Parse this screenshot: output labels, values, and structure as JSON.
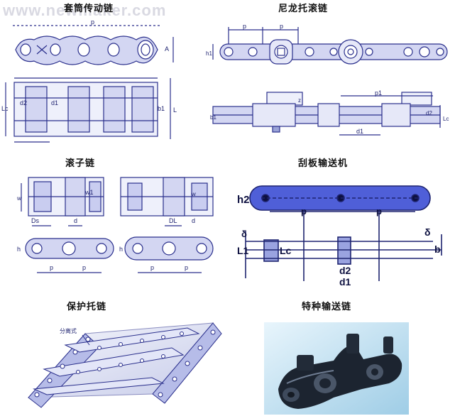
{
  "watermark": "www.newmaker.com",
  "captions": {
    "sleeve_chain": "套筒传动链",
    "nylon_roller_chain": "尼龙托滚链",
    "roller_chain": "滚子链",
    "scraper_conveyor": "刮板输送机",
    "protective_drag_chain": "保护托链",
    "special_conveyor_chain": "特种输送链"
  },
  "labels": {
    "sleeve": {
      "p": "p",
      "d1": "d1",
      "d2": "d2",
      "b1": "b1",
      "A": "A",
      "L": "L",
      "Lc": "Lc"
    },
    "nylon": {
      "p": "p",
      "h1": "h1",
      "z": "z",
      "b1": "b1",
      "d1": "d1",
      "d2": "d2",
      "p1": "p1",
      "Lc": "Lc"
    },
    "roller": {
      "w": "w",
      "w1": "w1",
      "Ds": "Ds",
      "d": "d",
      "DL": "DL",
      "h": "h",
      "p": "p"
    },
    "scraper": {
      "h2": "h2",
      "p": "p",
      "delta": "δ",
      "L1": "L1",
      "Lc": "Lc",
      "d2": "d2",
      "d1": "d1",
      "b": "b"
    },
    "drag_chain": {
      "type": "分离式"
    }
  },
  "colors": {
    "line": "#2a2f8c",
    "fill": "#c9cdf0",
    "scraper_fill": "#4f5fd8",
    "photo_bg": "#c9e6f6",
    "photo_chain": "#1c2430"
  }
}
